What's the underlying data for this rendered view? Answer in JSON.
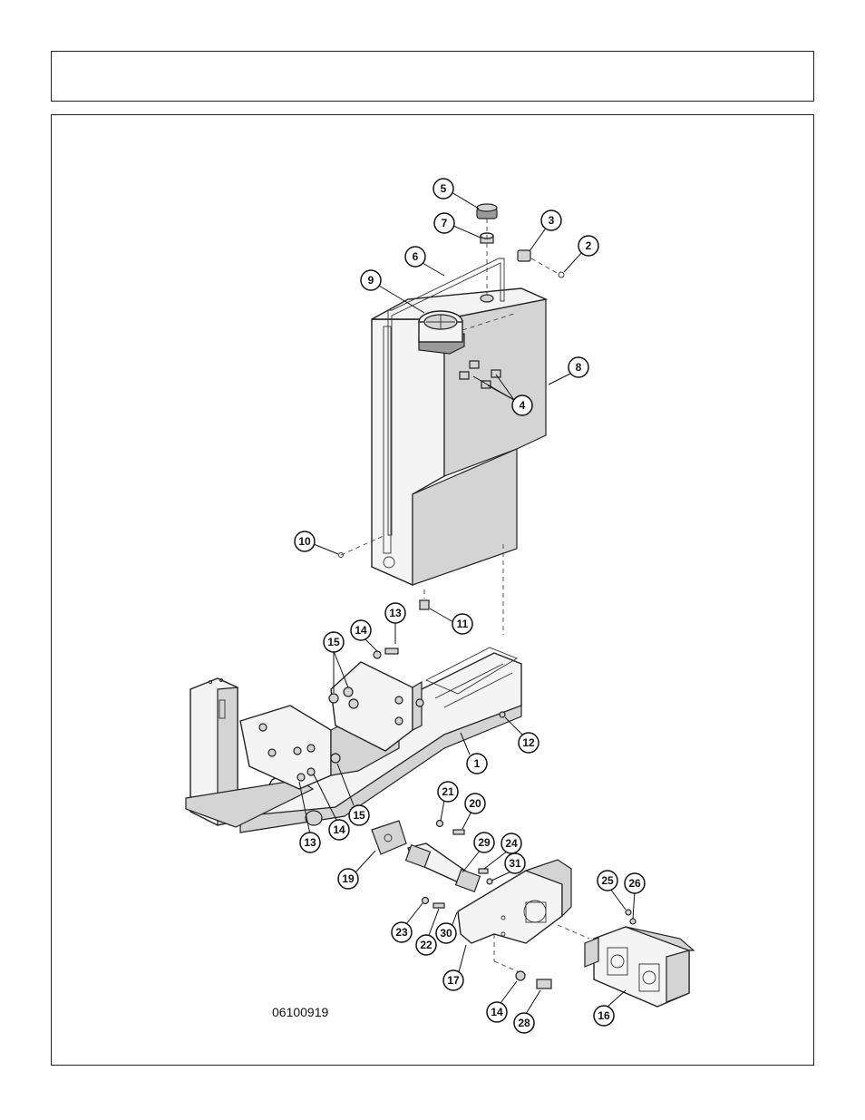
{
  "drawing": {
    "number": "06100919"
  },
  "callouts": [
    {
      "id": "1",
      "label": "1"
    },
    {
      "id": "2",
      "label": "2"
    },
    {
      "id": "3",
      "label": "3"
    },
    {
      "id": "4",
      "label": "4"
    },
    {
      "id": "5",
      "label": "5"
    },
    {
      "id": "6",
      "label": "6"
    },
    {
      "id": "7",
      "label": "7"
    },
    {
      "id": "8",
      "label": "8"
    },
    {
      "id": "9",
      "label": "9"
    },
    {
      "id": "10",
      "label": "10"
    },
    {
      "id": "11",
      "label": "11"
    },
    {
      "id": "12",
      "label": "12"
    },
    {
      "id": "13a",
      "label": "13"
    },
    {
      "id": "13b",
      "label": "13"
    },
    {
      "id": "14a",
      "label": "14"
    },
    {
      "id": "14b",
      "label": "14"
    },
    {
      "id": "14c",
      "label": "14"
    },
    {
      "id": "15a",
      "label": "15"
    },
    {
      "id": "15b",
      "label": "15"
    },
    {
      "id": "16",
      "label": "16"
    },
    {
      "id": "17",
      "label": "17"
    },
    {
      "id": "19",
      "label": "19"
    },
    {
      "id": "20",
      "label": "20"
    },
    {
      "id": "21",
      "label": "21"
    },
    {
      "id": "22",
      "label": "22"
    },
    {
      "id": "23",
      "label": "23"
    },
    {
      "id": "24",
      "label": "24"
    },
    {
      "id": "25",
      "label": "25"
    },
    {
      "id": "26",
      "label": "26"
    },
    {
      "id": "28",
      "label": "28"
    },
    {
      "id": "29",
      "label": "29"
    },
    {
      "id": "30",
      "label": "30"
    },
    {
      "id": "31",
      "label": "31"
    }
  ]
}
